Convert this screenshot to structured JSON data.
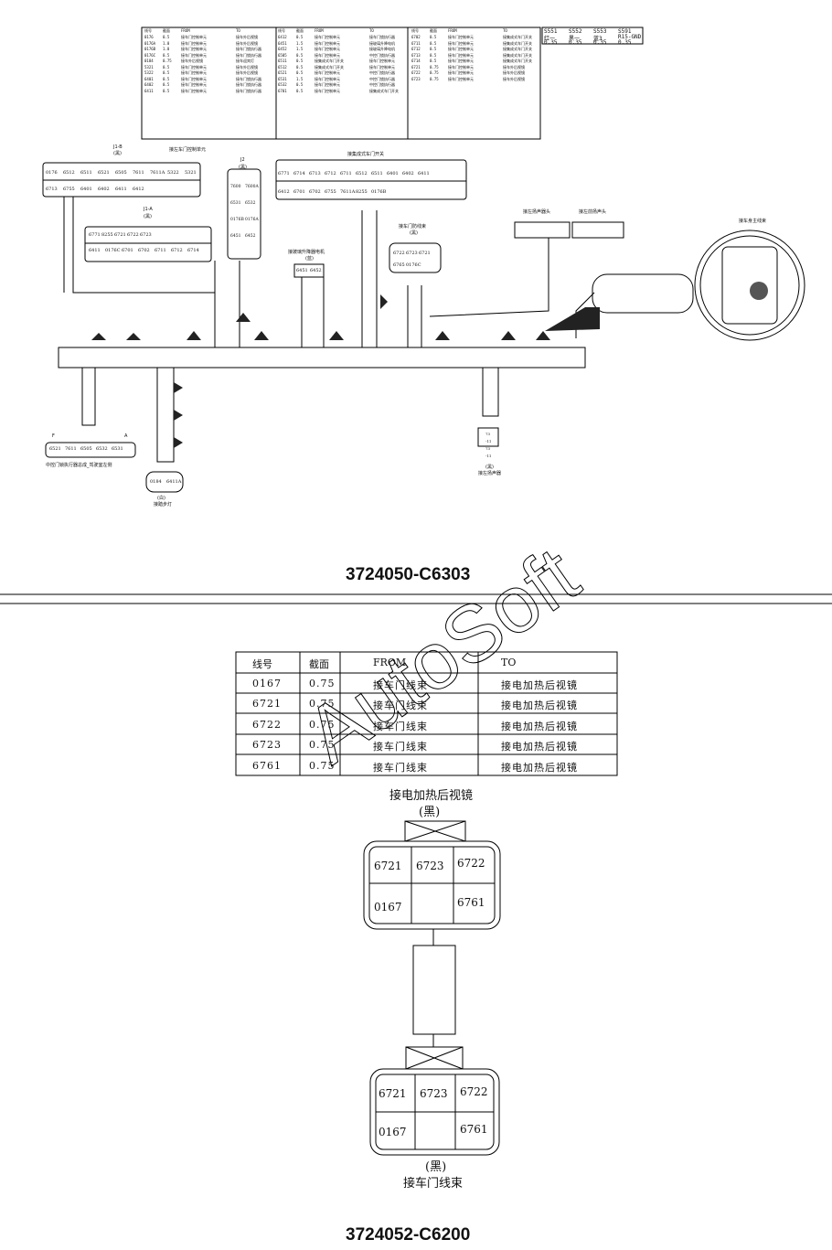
{
  "top_table": {
    "headers": [
      "线号",
      "截面",
      "FROM",
      "TO"
    ],
    "rows": [
      [
        "0176",
        "0.5",
        "接车门控制单元",
        "接车外后视镜"
      ],
      [
        "0176A",
        "1.0",
        "接车门控制单元",
        "接车外后视镜"
      ],
      [
        "0176B",
        "1.0",
        "接车门控制单元",
        "接车门锁执行器"
      ],
      [
        "0176C",
        "0.5",
        "接车门控制单元",
        "接车门锁执行器"
      ],
      [
        "0184",
        "0.75",
        "接车外后视镜",
        "接车迎宾灯"
      ],
      [
        "5321",
        "0.5",
        "接车门控制单元",
        "接车外后视镜"
      ],
      [
        "5322",
        "0.5",
        "接车门控制单元",
        "接车外后视镜"
      ],
      [
        "6401",
        "0.5",
        "接车门控制单元",
        "接车门锁执行器"
      ],
      [
        "6402",
        "0.5",
        "接车门控制单元",
        "接车门锁执行器"
      ],
      [
        "6411",
        "0.5",
        "接车门控制单元",
        "接车门锁执行器"
      ],
      [
        "6412",
        "0.5",
        "接车门控制单元",
        "接车门锁执行器"
      ],
      [
        "6451",
        "1.5",
        "接车门控制单元",
        "接玻璃升降电机"
      ],
      [
        "6452",
        "1.5",
        "接车门控制单元",
        "接玻璃升降电机"
      ],
      [
        "6505",
        "0.5",
        "接车门控制单元",
        "中控门锁执行器"
      ],
      [
        "6511",
        "0.5",
        "接集成式车门开关",
        "接车门控制单元"
      ],
      [
        "6512",
        "0.5",
        "接集成式车门开关",
        "接车门控制单元"
      ],
      [
        "6521",
        "0.5",
        "接车门控制单元",
        "中控门锁执行器"
      ],
      [
        "6531",
        "1.5",
        "接车门控制单元",
        "中控门锁执行器"
      ],
      [
        "6532",
        "0.5",
        "接车门控制单元",
        "中控门锁执行器"
      ],
      [
        "6701",
        "0.5",
        "接车门控制单元",
        "接集成式车门开关"
      ],
      [
        "6702",
        "0.5",
        "接车门控制单元",
        "接集成式车门开关"
      ],
      [
        "6711",
        "0.5",
        "接车门控制单元",
        "接集成式车门开关"
      ],
      [
        "6712",
        "0.5",
        "接车门控制单元",
        "接集成式车门开关"
      ],
      [
        "6713",
        "0.5",
        "接车门控制单元",
        "接集成式车门开关"
      ],
      [
        "6714",
        "0.5",
        "接车门控制单元",
        "接集成式车门开关"
      ],
      [
        "6721",
        "0.75",
        "接车门控制单元",
        "接车外后视镜"
      ],
      [
        "6722",
        "0.75",
        "接车门控制单元",
        "接车外后视镜"
      ],
      [
        "6723",
        "0.75",
        "接车门控制单元",
        "接车外后视镜"
      ]
    ],
    "extra": [
      "S551",
      "S552",
      "S553",
      "S591",
      "红一",
      "黑一",
      "蓝3",
      "R15-GND",
      "0.35",
      "0.35",
      "0.35",
      "0.35"
    ]
  },
  "top_diagram": {
    "labels": {
      "door_ecu": "接左车门控制单元",
      "door_switch": "接集成式车门开关",
      "window_motor": "接玻璃升降器电机",
      "window_motor_color": "(蓝)",
      "mirror_connector": "接车门防线束",
      "mirror_connector_color": "(黑)",
      "left_tweeter": "接左扬声器头",
      "left_tweeter2": "接左前扬声头",
      "main_harness": "接车身主线束",
      "lock_actuator": "中控门锁执行器总成_驾驶室左侧",
      "courtesy_lamp": "接踏步灯",
      "courtesy_lamp_color": "(白)",
      "speaker": "接左扬声器",
      "speaker_color": "(黑)",
      "j1b": "J1-B",
      "j1b_color": "(黑)",
      "j1a": "J1-A",
      "j1a_color": "(黑)",
      "j2": "J2",
      "j2_color": "(黑)",
      "pin_F": "F",
      "pin_A": "A"
    },
    "j1b_row1": [
      "0176",
      "6512",
      "6511",
      "6521",
      "6505",
      "7611",
      "7611A",
      "5322",
      "5321"
    ],
    "j1b_row2": [
      "6713",
      "6755",
      "6401",
      "6402",
      "6411",
      "6412"
    ],
    "j1a_row1": [
      "6771",
      "8255",
      "6721",
      "6722",
      "6723"
    ],
    "j1a_row2": [
      "6411",
      "0176C",
      "6701",
      "6702",
      "6711",
      "6712",
      "6714"
    ],
    "j2_cells": [
      "7600",
      "7600A",
      "6531",
      "6532",
      "0176B",
      "0176A",
      "6451",
      "6452"
    ],
    "switch_row1": [
      "6771",
      "6714",
      "6713",
      "6712",
      "6711",
      "6512",
      "6511",
      "6401",
      "6402",
      "6411"
    ],
    "switch_row2": [
      "6412",
      "6701",
      "6702",
      "6755",
      "7611A",
      "8255",
      "0176B"
    ],
    "mirror_cells": [
      "6722",
      "6723",
      "6721",
      "6765",
      "0176C"
    ],
    "motor_cells": [
      "6451",
      "6452"
    ],
    "actuator_cells": [
      "6521",
      "7611",
      "6505",
      "6532",
      "6531"
    ],
    "lamp_cells": [
      "0184",
      "6411A"
    ],
    "speaker_cells": [
      "73",
      "-11",
      "73",
      "-11"
    ]
  },
  "part_codes": {
    "first": "3724050-C6303",
    "second": "3724052-C6200"
  },
  "watermark": "AutoSoft",
  "bottom_table": {
    "headers": [
      "线号",
      "截面",
      "FROM",
      "TO"
    ],
    "rows": [
      [
        "0167",
        "0.75",
        "接车门线束",
        "接电加热后视镜"
      ],
      [
        "6721",
        "0.75",
        "接车门线束",
        "接电加热后视镜"
      ],
      [
        "6722",
        "0.75",
        "接车门线束",
        "接电加热后视镜"
      ],
      [
        "6723",
        "0.75",
        "接车门线束",
        "接电加热后视镜"
      ],
      [
        "6761",
        "0.75",
        "接车门线束",
        "接电加热后视镜"
      ]
    ]
  },
  "mirror_harness": {
    "top_title": "接电加热后视镜",
    "top_color": "(黑)",
    "bottom_title": "接车门线束",
    "bottom_color": "(黑)",
    "top_connector": [
      "6721",
      "6723",
      "6722",
      "0167",
      "",
      "6761"
    ],
    "bottom_connector": [
      "6721",
      "6723",
      "6722",
      "0167",
      "",
      "6761"
    ]
  }
}
